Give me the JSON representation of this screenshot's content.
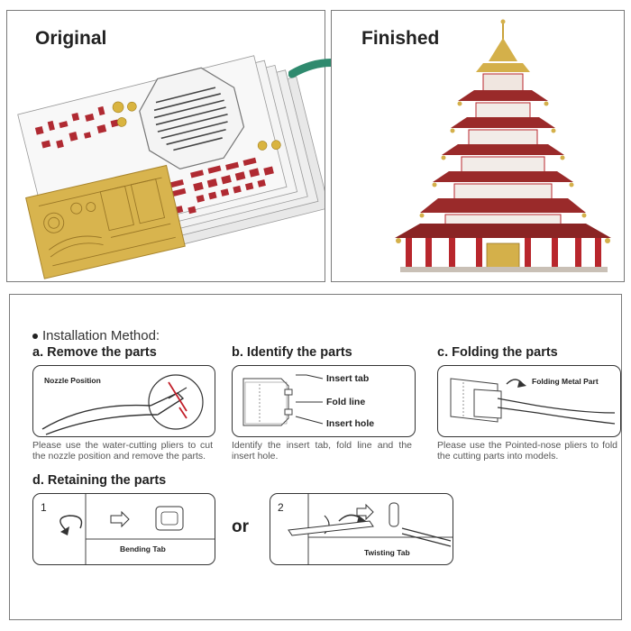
{
  "original": {
    "title": "Original"
  },
  "finished": {
    "title": "Finished"
  },
  "install": {
    "heading": "Installation Method:",
    "steps": [
      {
        "title": "a. Remove the parts",
        "label": "Nozzle Position",
        "desc": "Please use the water-cutting pliers to cut the nozzle position and remove the parts."
      },
      {
        "title": "b. Identify the parts",
        "labels": [
          "Insert tab",
          "Fold line",
          "Insert hole"
        ],
        "desc": "Identify the insert tab, fold line and the insert hole."
      },
      {
        "title": "c. Folding the parts",
        "label": "Folding Metal Part",
        "desc": "Please use the Pointed-nose pliers to fold the cutting parts into models."
      },
      {
        "title": "d. Retaining the parts",
        "option1": {
          "number": "1",
          "label": "Bending Tab"
        },
        "or": "or",
        "option2": {
          "number": "2",
          "label": "Twisting Tab"
        }
      }
    ]
  },
  "colors": {
    "accent_arrow": "#2f8a6e",
    "pagoda_red": "#b8262c",
    "gold": "#d4b04a"
  }
}
